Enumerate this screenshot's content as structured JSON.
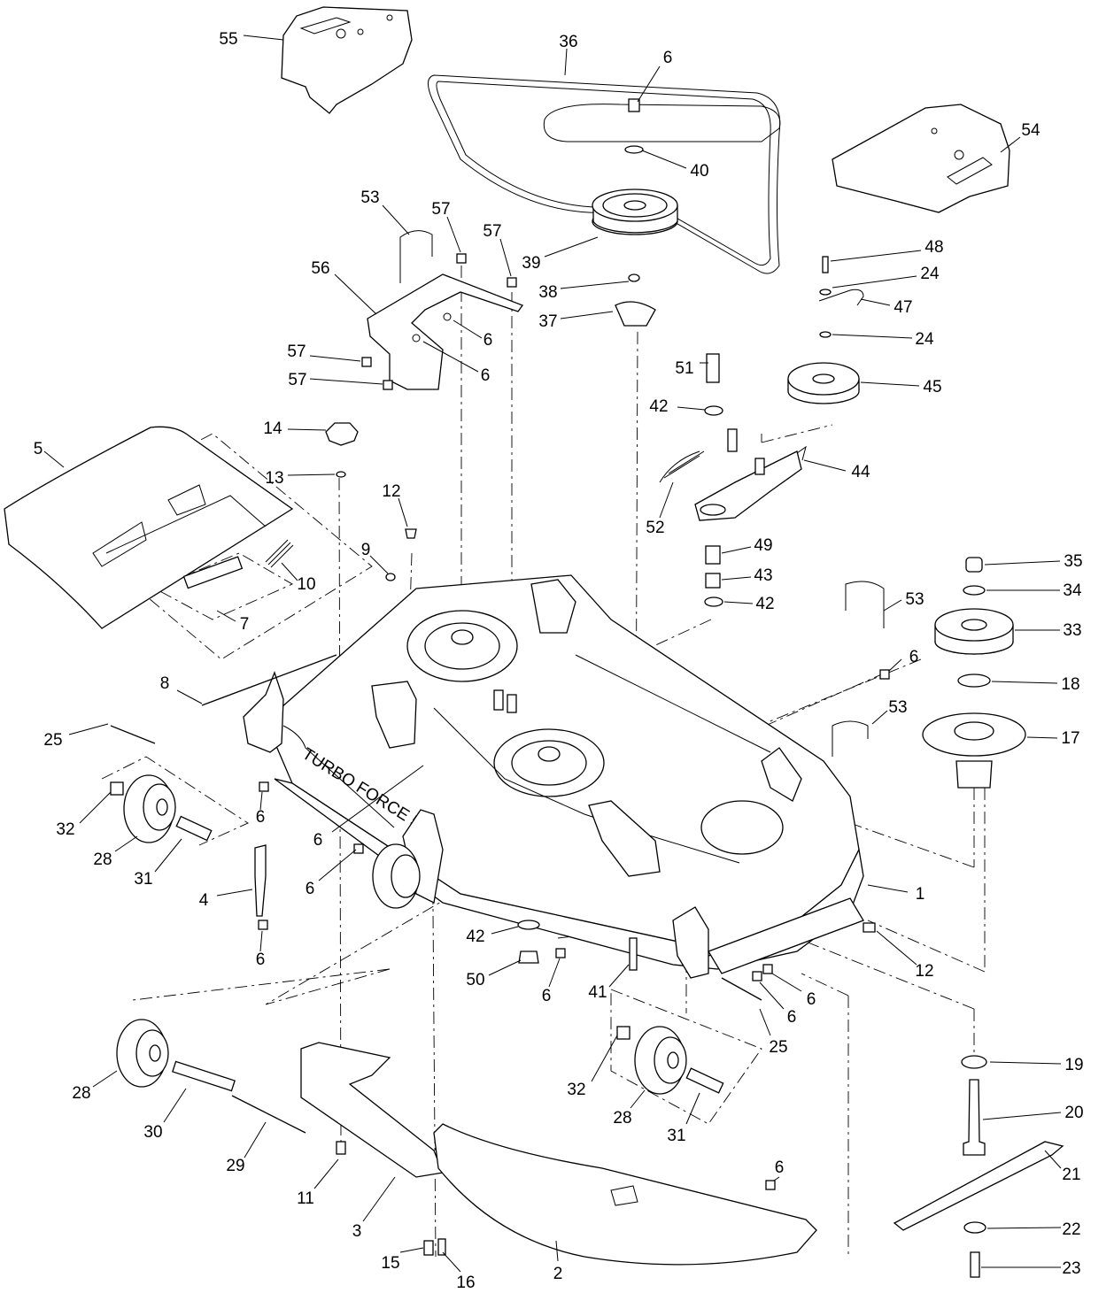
{
  "callouts": [
    {
      "text": "55"
    },
    {
      "text": "36"
    },
    {
      "text": "6"
    },
    {
      "text": "54"
    },
    {
      "text": "40"
    },
    {
      "text": "53"
    },
    {
      "text": "57"
    },
    {
      "text": "57"
    },
    {
      "text": "39"
    },
    {
      "text": "48"
    },
    {
      "text": "24"
    },
    {
      "text": "56"
    },
    {
      "text": "38"
    },
    {
      "text": "47"
    },
    {
      "text": "37"
    },
    {
      "text": "6"
    },
    {
      "text": "24"
    },
    {
      "text": "57"
    },
    {
      "text": "6"
    },
    {
      "text": "51"
    },
    {
      "text": "57"
    },
    {
      "text": "45"
    },
    {
      "text": "42"
    },
    {
      "text": "14"
    },
    {
      "text": "5"
    },
    {
      "text": "44"
    },
    {
      "text": "13"
    },
    {
      "text": "12"
    },
    {
      "text": "52"
    },
    {
      "text": "9"
    },
    {
      "text": "10"
    },
    {
      "text": "49"
    },
    {
      "text": "35"
    },
    {
      "text": "43"
    },
    {
      "text": "34"
    },
    {
      "text": "53"
    },
    {
      "text": "42"
    },
    {
      "text": "7"
    },
    {
      "text": "33"
    },
    {
      "text": "6"
    },
    {
      "text": "8"
    },
    {
      "text": "18"
    },
    {
      "text": "53"
    },
    {
      "text": "25"
    },
    {
      "text": "17"
    },
    {
      "text": "32"
    },
    {
      "text": "6"
    },
    {
      "text": "28"
    },
    {
      "text": "6"
    },
    {
      "text": "31"
    },
    {
      "text": "6"
    },
    {
      "text": "1"
    },
    {
      "text": "4"
    },
    {
      "text": "42"
    },
    {
      "text": "6"
    },
    {
      "text": "12"
    },
    {
      "text": "50"
    },
    {
      "text": "6"
    },
    {
      "text": "41"
    },
    {
      "text": "6"
    },
    {
      "text": "6"
    },
    {
      "text": "25"
    },
    {
      "text": "19"
    },
    {
      "text": "28"
    },
    {
      "text": "32"
    },
    {
      "text": "20"
    },
    {
      "text": "30"
    },
    {
      "text": "28"
    },
    {
      "text": "31"
    },
    {
      "text": "29"
    },
    {
      "text": "21"
    },
    {
      "text": "6"
    },
    {
      "text": "11"
    },
    {
      "text": "3"
    },
    {
      "text": "22"
    },
    {
      "text": "2"
    },
    {
      "text": "15"
    },
    {
      "text": "16"
    },
    {
      "text": "23"
    }
  ],
  "deck_text": "TURBO FORCE 52"
}
